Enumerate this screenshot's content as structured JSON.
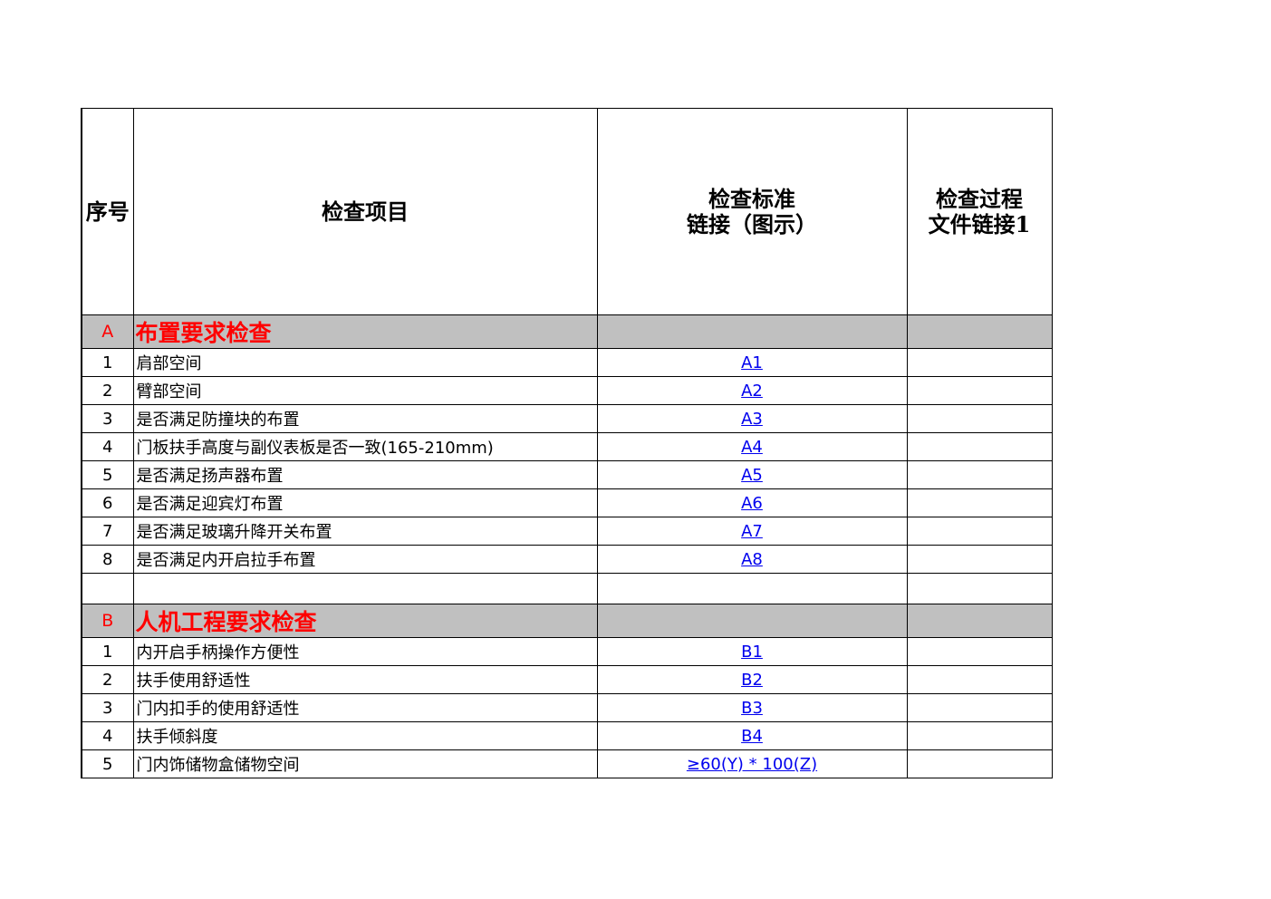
{
  "header": {
    "seq": "序号",
    "item": "检查项目",
    "standard_line1": "检查标准",
    "standard_line2": "链接（图示）",
    "process_line1": "检查过程",
    "process_line2": "文件链接1"
  },
  "sections": [
    {
      "code": "A",
      "title": "布置要求检查",
      "rows": [
        {
          "no": "1",
          "item": "肩部空间",
          "link": "A1"
        },
        {
          "no": "2",
          "item": "臂部空间",
          "link": "A2"
        },
        {
          "no": "3",
          "item": "是否满足防撞块的布置",
          "link": "A3"
        },
        {
          "no": "4",
          "item": "门板扶手高度与副仪表板是否一致(165-210mm)",
          "link": "A4"
        },
        {
          "no": "5",
          "item": "是否满足扬声器布置",
          "link": "A5"
        },
        {
          "no": "6",
          "item": "是否满足迎宾灯布置",
          "link": "A6"
        },
        {
          "no": "7",
          "item": "是否满足玻璃升降开关布置",
          "link": "A7"
        },
        {
          "no": "8",
          "item": "是否满足内开启拉手布置",
          "link": "A8"
        }
      ]
    },
    {
      "code": "B",
      "title": "人机工程要求检查",
      "rows": [
        {
          "no": "1",
          "item": "内开启手柄操作方便性",
          "link": "B1"
        },
        {
          "no": "2",
          "item": "扶手使用舒适性",
          "link": "B2"
        },
        {
          "no": "3",
          "item": "门内扣手的使用舒适性",
          "link": "B3"
        },
        {
          "no": "4",
          "item": "扶手倾斜度",
          "link": "B4"
        },
        {
          "no": "5",
          "item": "门内饰储物盒储物空间",
          "link": "≥60(Y) * 100(Z)"
        }
      ]
    }
  ]
}
